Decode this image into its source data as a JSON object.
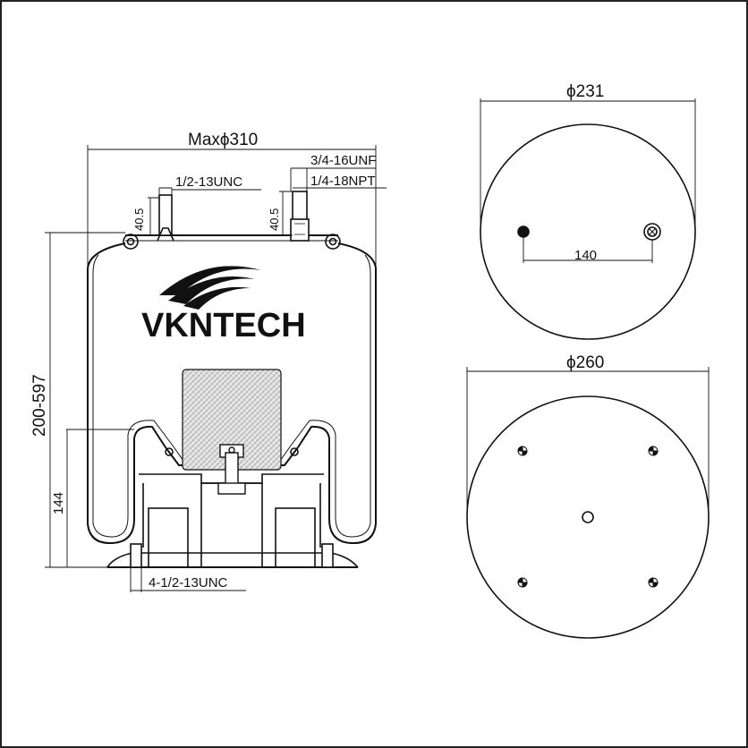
{
  "drawing": {
    "brand": "VKNTECH",
    "overall_diameter": "Maxϕ310",
    "stud_left_thread": "1/2-13UNC",
    "stud_right_thread_1": "3/4-16UNF",
    "stud_right_thread_2": "1/4-18NPT",
    "stud_height_left": "40.5",
    "stud_height_right": "40.5",
    "height_range": "200-597",
    "piston_height": "144",
    "bottom_thread": "4-1/2-13UNC",
    "top_plate_diameter": "ϕ231",
    "top_stud_spacing": "140",
    "bottom_plate_diameter": "ϕ260"
  },
  "colors": {
    "line": "#111111",
    "hatch": "#d9d9d9"
  }
}
